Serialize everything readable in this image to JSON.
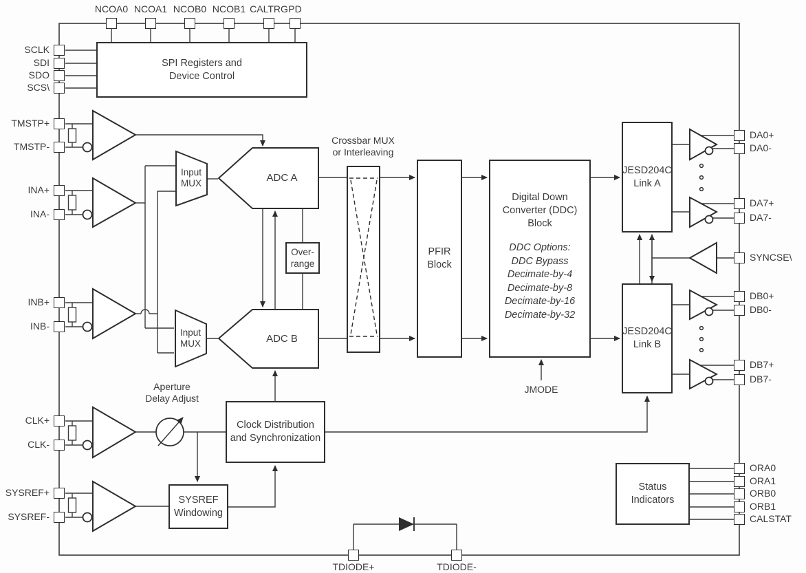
{
  "pins": {
    "top": [
      "NCOA0",
      "NCOA1",
      "NCOB0",
      "NCOB1",
      "CALTRG",
      "PD"
    ],
    "left": [
      "SCLK",
      "SDI",
      "SDO",
      "SCS\\",
      "TMSTP+",
      "TMSTP-",
      "INA+",
      "INA-",
      "INB+",
      "INB-",
      "CLK+",
      "CLK-",
      "SYSREF+",
      "SYSREF-"
    ],
    "right": [
      "DA0+",
      "DA0-",
      "DA7+",
      "DA7-",
      "SYNCSE\\",
      "DB0+",
      "DB0-",
      "DB7+",
      "DB7-",
      "ORA0",
      "ORA1",
      "ORB0",
      "ORB1",
      "CALSTAT"
    ],
    "bottom": [
      "TDIODE+",
      "TDIODE-"
    ]
  },
  "blocks": {
    "spi": "SPI Registers and\nDevice Control",
    "input_mux_a": "Input\nMUX",
    "input_mux_b": "Input\nMUX",
    "adc_a": "ADC A",
    "adc_b": "ADC B",
    "overrange": "Over-\nrange",
    "crossbar_label": "Crossbar MUX\nor Interleaving",
    "pfir": "PFIR\nBlock",
    "ddc_title": "Digital Down\nConverter (DDC)\nBlock",
    "ddc_options": "DDC Options:\nDDC Bypass\nDecimate-by-4\nDecimate-by-8\nDecimate-by-16\nDecimate-by-32",
    "jesd_link_a": "JESD204C\nLink A",
    "jesd_link_b": "JESD204C\nLink B",
    "clock_dist": "Clock Distribution\nand Synchronization",
    "sysref_windowing": "SYSREF\nWindowing",
    "status_indicators": "Status\nIndicators",
    "aperture_label": "Aperture\nDelay Adjust",
    "jmode_label": "JMODE"
  },
  "colors": {
    "wire": "#3a3a3a",
    "block_border": "#2e2e2e",
    "background": "#fdfdfd",
    "text": "#3b3b3b"
  }
}
